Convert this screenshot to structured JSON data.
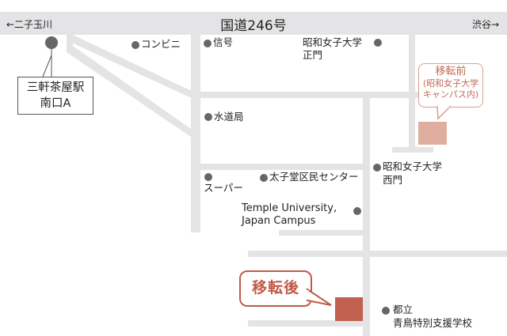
{
  "highway": {
    "name": "国道246号",
    "left_destination": "←二子玉川",
    "right_destination": "渋谷→"
  },
  "station": {
    "line1": "三軒茶屋駅",
    "line2": "南口A"
  },
  "landmarks": {
    "convenience_store": "コンビニ",
    "traffic_signal": "信号",
    "showa_main_gate_1": "昭和女子大学",
    "showa_main_gate_2": "正門",
    "water_bureau": "水道局",
    "supermarket": "スーパー",
    "taishido_center": "太子堂区民センター",
    "showa_west_gate_1": "昭和女子大学",
    "showa_west_gate_2": "西門",
    "temple_1": "Temple University,",
    "temple_2": "Japan Campus",
    "school_1": "都立",
    "school_2": "青鳥特別支援学校"
  },
  "old_location": {
    "title": "移転前",
    "sub1": "(昭和女子大学",
    "sub2": "キャンパス内)",
    "color": "#e0ae9e",
    "border_color": "#d8a08c"
  },
  "new_location": {
    "title": "移転後",
    "color": "#c0604e"
  },
  "colors": {
    "road": "#e4e4e6",
    "dot": "#666666"
  }
}
